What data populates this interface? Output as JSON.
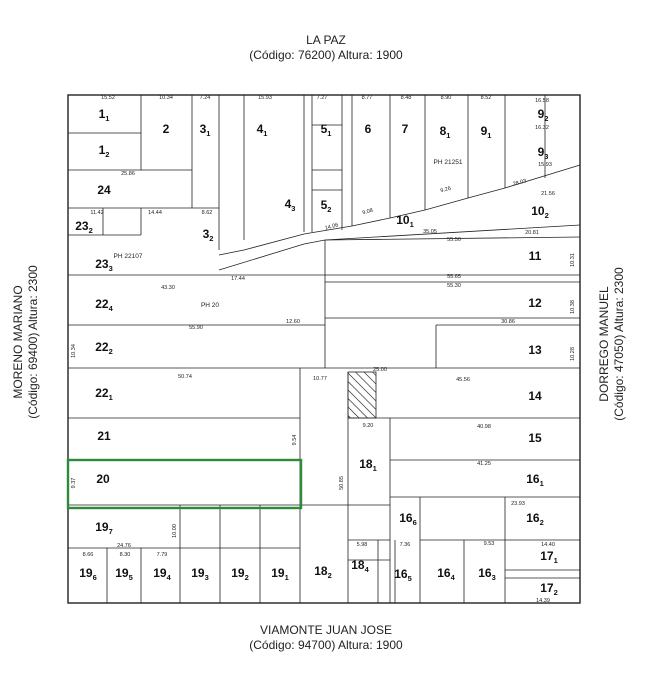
{
  "streets": {
    "top": {
      "name": "LA PAZ",
      "info": "(Código: 76200) Altura: 1900"
    },
    "bottom": {
      "name": "VIAMONTE JUAN JOSE",
      "info": "(Código: 94700) Altura: 1900"
    },
    "left": {
      "name": "MORENO MARIANO",
      "info": "(Código: 69400) Altura: 2300"
    },
    "right": {
      "name": "DORREGO MANUEL",
      "info": "(Código: 47050) Altura: 2300"
    }
  },
  "highlight_color": "#2e8b3a",
  "lots": [
    {
      "id": "l1_1",
      "main": "1",
      "sub": "1"
    },
    {
      "id": "l1_2",
      "main": "1",
      "sub": "2"
    },
    {
      "id": "l2",
      "main": "2",
      "sub": ""
    },
    {
      "id": "l3_1",
      "main": "3",
      "sub": "1"
    },
    {
      "id": "l4_1",
      "main": "4",
      "sub": "1"
    },
    {
      "id": "l5_1",
      "main": "5",
      "sub": "1"
    },
    {
      "id": "l6",
      "main": "6",
      "sub": ""
    },
    {
      "id": "l7",
      "main": "7",
      "sub": ""
    },
    {
      "id": "l8_1",
      "main": "8",
      "sub": "1"
    },
    {
      "id": "l9_1",
      "main": "9",
      "sub": "1"
    },
    {
      "id": "l9_2",
      "main": "9",
      "sub": "2"
    },
    {
      "id": "l9_3",
      "main": "9",
      "sub": "3"
    },
    {
      "id": "l24",
      "main": "24",
      "sub": ""
    },
    {
      "id": "l23_2",
      "main": "23",
      "sub": "2"
    },
    {
      "id": "l3_2",
      "main": "3",
      "sub": "2"
    },
    {
      "id": "l4_3",
      "main": "4",
      "sub": "3"
    },
    {
      "id": "l5_2",
      "main": "5",
      "sub": "2"
    },
    {
      "id": "l10_1",
      "main": "10",
      "sub": "1"
    },
    {
      "id": "l10_2",
      "main": "10",
      "sub": "2"
    },
    {
      "id": "l23_3",
      "main": "23",
      "sub": "3"
    },
    {
      "id": "l11",
      "main": "11",
      "sub": ""
    },
    {
      "id": "l22_4",
      "main": "22",
      "sub": "4"
    },
    {
      "id": "l12",
      "main": "12",
      "sub": ""
    },
    {
      "id": "l22_2",
      "main": "22",
      "sub": "2"
    },
    {
      "id": "l13",
      "main": "13",
      "sub": ""
    },
    {
      "id": "l22_1",
      "main": "22",
      "sub": "1"
    },
    {
      "id": "l14",
      "main": "14",
      "sub": ""
    },
    {
      "id": "l21",
      "main": "21",
      "sub": ""
    },
    {
      "id": "l15",
      "main": "15",
      "sub": ""
    },
    {
      "id": "l18_1",
      "main": "18",
      "sub": "1"
    },
    {
      "id": "l20",
      "main": "20",
      "sub": ""
    },
    {
      "id": "l16_1",
      "main": "16",
      "sub": "1"
    },
    {
      "id": "l19_7",
      "main": "19",
      "sub": "7"
    },
    {
      "id": "l16_2",
      "main": "16",
      "sub": "2"
    },
    {
      "id": "l17_1",
      "main": "17",
      "sub": "1"
    },
    {
      "id": "l17_2",
      "main": "17",
      "sub": "2"
    },
    {
      "id": "l19_6",
      "main": "19",
      "sub": "6"
    },
    {
      "id": "l19_5",
      "main": "19",
      "sub": "5"
    },
    {
      "id": "l19_4",
      "main": "19",
      "sub": "4"
    },
    {
      "id": "l19_3",
      "main": "19",
      "sub": "3"
    },
    {
      "id": "l19_2",
      "main": "19",
      "sub": "2"
    },
    {
      "id": "l19_1",
      "main": "19",
      "sub": "1"
    },
    {
      "id": "l18_2",
      "main": "18",
      "sub": "2"
    },
    {
      "id": "l18_4",
      "main": "18",
      "sub": "4"
    },
    {
      "id": "l16_5",
      "main": "16",
      "sub": "5"
    },
    {
      "id": "l16_6",
      "main": "16",
      "sub": "6"
    },
    {
      "id": "l16_4",
      "main": "16",
      "sub": "4"
    },
    {
      "id": "l16_3",
      "main": "16",
      "sub": "3"
    }
  ],
  "ph_labels": [
    "PH 21251",
    "PH 22107",
    "PH 20"
  ],
  "dimensions": [
    "15.52",
    "10.34",
    "7.24",
    "15.93",
    "7.27",
    "8.77",
    "8.48",
    "8.90",
    "8.52",
    "16.58",
    "25.86",
    "14.44",
    "8.62",
    "11.42",
    "55.50",
    "55.65",
    "55.30",
    "43.30",
    "30.86",
    "55.90",
    "12.60",
    "25.00",
    "45.56",
    "50.74",
    "40.98",
    "41.25",
    "23.93",
    "24.76",
    "14.40",
    "8.66",
    "8.30",
    "7.79",
    "10.77",
    "5.98",
    "7.36",
    "9.53",
    "14.39",
    "9.20",
    "35.05",
    "20.81",
    "10.31",
    "10.38",
    "10.28",
    "10.34",
    "10.00",
    "9.37",
    "9.54",
    "50.85",
    "21.56",
    "28.03",
    "9.26",
    "9.08",
    "14.06",
    "16.32",
    "15.93",
    "17.44"
  ]
}
